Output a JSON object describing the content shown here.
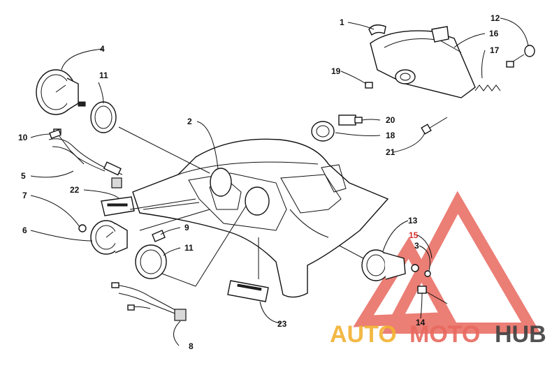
{
  "callouts": {
    "c1": "1",
    "c2": "2",
    "c3": "3",
    "c4": "4",
    "c5": "5",
    "c6": "6",
    "c7": "7",
    "c8": "8",
    "c9": "9",
    "c10": "10",
    "c11a": "11",
    "c11b": "11",
    "c12": "12",
    "c13": "13",
    "c14": "14",
    "c15": "15",
    "c16": "16",
    "c17": "17",
    "c18": "18",
    "c19": "19",
    "c20": "20",
    "c21": "21",
    "c22": "22",
    "c23": "23"
  },
  "watermark": {
    "word_auto": "AUTO",
    "word_moto": "MOTO",
    "word_hub": "HUB",
    "color_triangle": "#e8685e",
    "color_auto": "#f2b233",
    "color_moto": "#e8685e",
    "color_hub": "#3f3f3f"
  }
}
